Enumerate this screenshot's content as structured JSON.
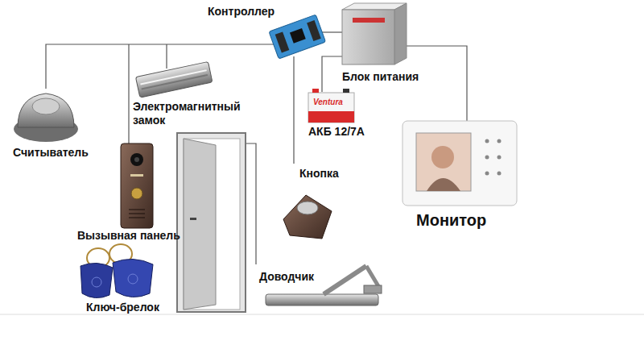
{
  "diagram": {
    "labels": [
      "Контроллер",
      "Блок питания",
      "Электромагнитный замок",
      "АКБ 12/7А",
      "Считыватель",
      "Кнопка",
      "Вызывная панель",
      "Монитор",
      "Доводчик",
      "Ключ-брелок",
      "Ventura"
    ]
  }
}
